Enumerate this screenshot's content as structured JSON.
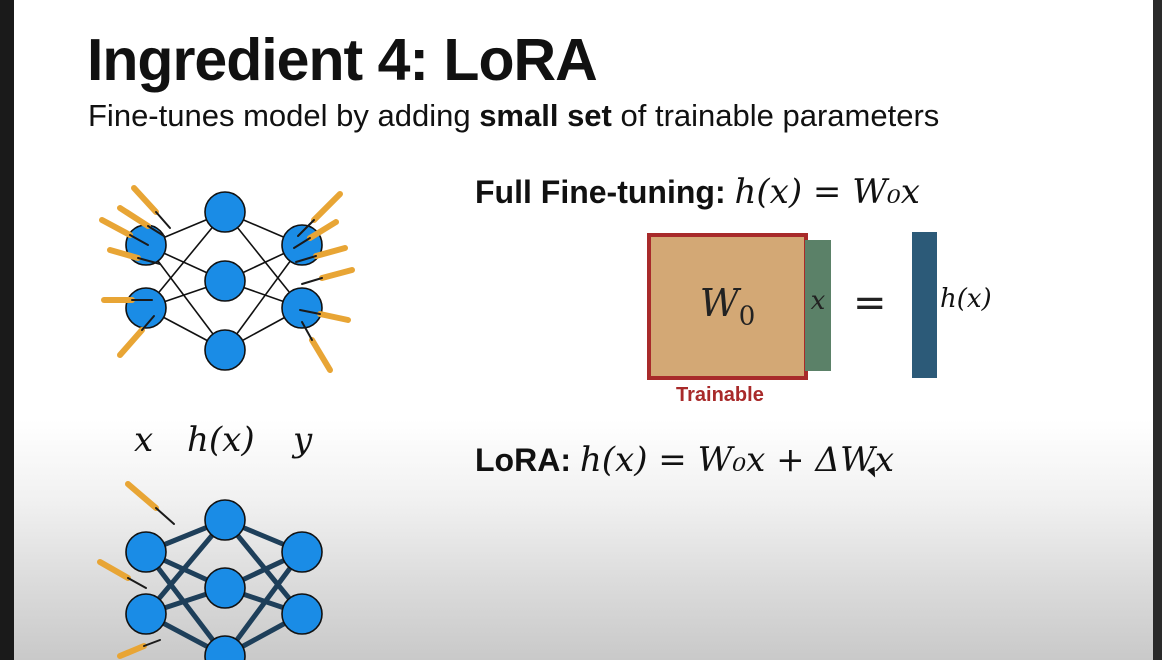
{
  "title": "Ingredient 4: LoRA",
  "subtitle": {
    "prefix": "Fine-tunes model by adding ",
    "bold": "small set",
    "suffix": " of trainable parameters"
  },
  "full_finetuning": {
    "label": "Full Fine-tuning:",
    "equation": "h(x) = W₀x",
    "matrix_label": "W",
    "matrix_subscript": "0",
    "vector_label": "x",
    "equals": "=",
    "output_label": "h(x)",
    "trainable_label": "Trainable"
  },
  "lora": {
    "label": "LoRA:",
    "equation": "h(x) = W₀x + ΔWx"
  },
  "network_labels": {
    "x": "x",
    "h": "h(x)",
    "y": "y"
  },
  "colors": {
    "node": "#1a8ce6",
    "wrench": "#e8a535",
    "matrix_fill": "#d3a875",
    "trainable_border": "#a82a2a",
    "x_vector": "#5b8168",
    "h_vector": "#2c5a78",
    "lora_edges": "#1e3f5a"
  }
}
